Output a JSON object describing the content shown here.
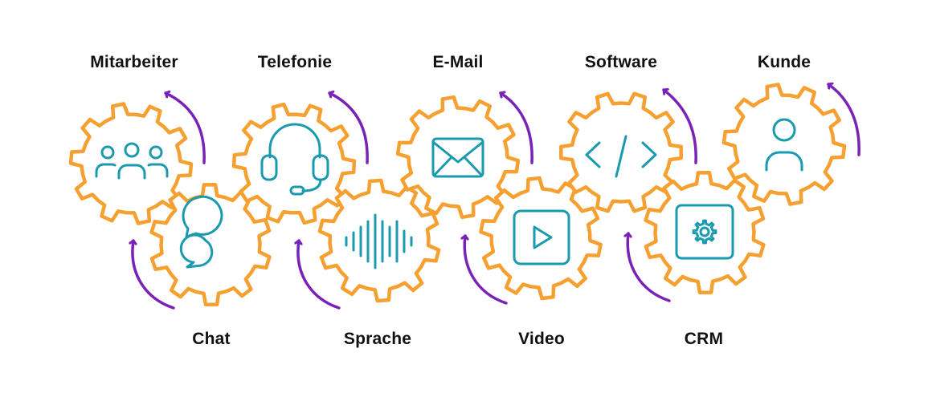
{
  "colors": {
    "gear": "#F5A030",
    "icon": "#1A9AAE",
    "arrow": "#7A22B8",
    "text": "#111111"
  },
  "top_labels": [
    "Mitarbeiter",
    "Telefonie",
    "E-Mail",
    "Software",
    "Kunde"
  ],
  "bottom_labels": [
    "Chat",
    "Sprache",
    "Video",
    "CRM"
  ],
  "gear_icons": {
    "mitarbeiter": "people-icon",
    "telefonie": "headset-icon",
    "email": "envelope-icon",
    "software": "code-icon",
    "kunde": "person-icon",
    "chat": "chat-bubbles-icon",
    "sprache": "soundwave-icon",
    "video": "play-icon",
    "crm": "gear-settings-icon"
  }
}
